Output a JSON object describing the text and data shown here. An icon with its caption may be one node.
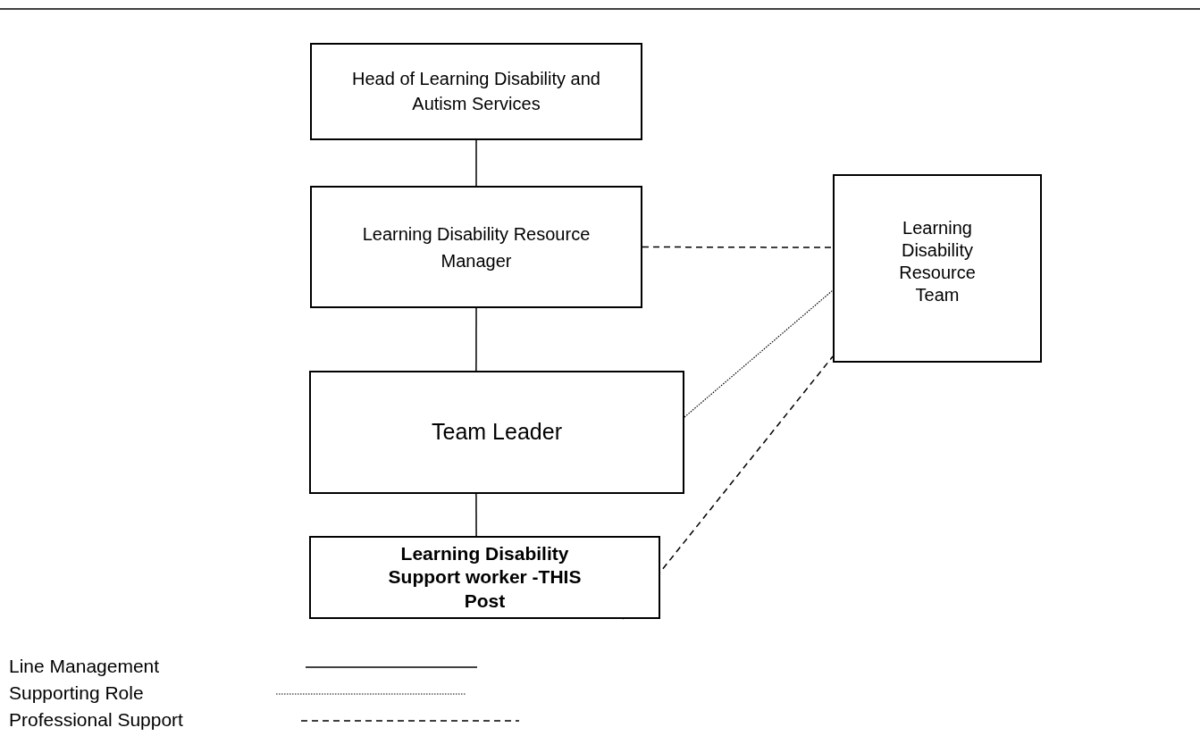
{
  "diagram": {
    "nodes": [
      {
        "text": [
          "Head of Learning Disability and Autism Services"
        ]
      },
      {
        "text": [
          "Learning Disability Resource Manager"
        ]
      },
      {
        "text": [
          "Team Leader"
        ]
      },
      {
        "text": [
          "Learning Disability Support worker -THIS Post"
        ]
      },
      {
        "text": [
          "Learning Disability Resource Team"
        ]
      }
    ],
    "edges": [
      {
        "from": 0,
        "to": 1,
        "arrow": "none"
      },
      {
        "from": 1,
        "to": 2,
        "arrow": "none"
      },
      {
        "from": 2,
        "to": 3,
        "arrow": "none"
      },
      {
        "from": 1,
        "to": 4,
        "arrow": "none",
        "style": "dashed"
      },
      {
        "from": 2,
        "to": 4,
        "arrow": "none",
        "style": "dashed"
      },
      {
        "from": 3,
        "to": 4,
        "arrow": "none",
        "style": "dashed"
      }
    ],
    "legend": [
      {
        "text": "Line Management"
      },
      {
        "text": "Supporting Role"
      },
      {
        "text": "Professional Support"
      }
    ]
  }
}
